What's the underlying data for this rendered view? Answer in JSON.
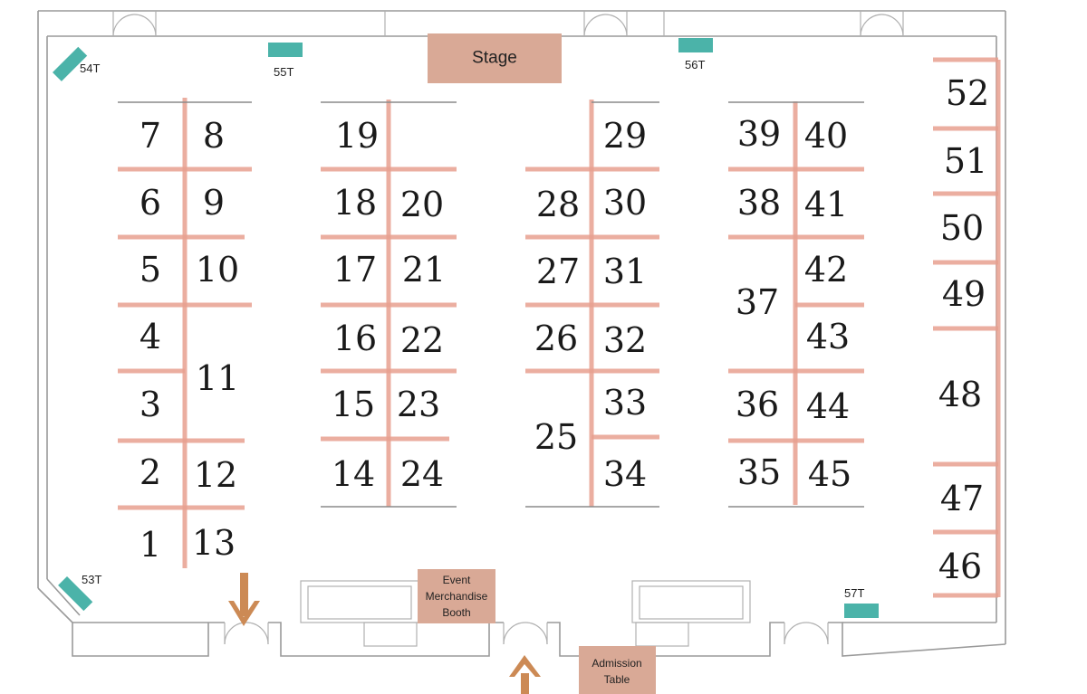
{
  "title": "",
  "stage": {
    "label": "Stage"
  },
  "merch": {
    "label": "Event Merchandise Booth",
    "lines": [
      "Event",
      "Merchandise",
      "Booth"
    ]
  },
  "admission": {
    "label": "Admission Table",
    "lines": [
      "Admission",
      "Table"
    ]
  },
  "tables": [
    {
      "id": "53T",
      "label": "53T",
      "color": "#4bb3a9"
    },
    {
      "id": "54T",
      "label": "54T",
      "color": "#4bb3a9"
    },
    {
      "id": "55T",
      "label": "55T",
      "color": "#4bb3a9"
    },
    {
      "id": "56T",
      "label": "56T",
      "color": "#4bb3a9"
    },
    {
      "id": "57T",
      "label": "57T",
      "color": "#4bb3a9"
    }
  ],
  "booths": [
    "1",
    "2",
    "3",
    "4",
    "5",
    "6",
    "7",
    "8",
    "9",
    "10",
    "11",
    "12",
    "13",
    "14",
    "15",
    "16",
    "17",
    "18",
    "19",
    "20",
    "21",
    "22",
    "23",
    "24",
    "25",
    "26",
    "27",
    "28",
    "29",
    "30",
    "31",
    "32",
    "33",
    "34",
    "35",
    "36",
    "37",
    "38",
    "39",
    "40",
    "41",
    "42",
    "43",
    "44",
    "45",
    "46",
    "47",
    "48",
    "49",
    "50",
    "51",
    "52"
  ],
  "colors": {
    "divider": "#e8a090",
    "label_box": "#d9a996",
    "table": "#4bb3a9",
    "arrow": "#cc8a55"
  },
  "entrances": [
    {
      "name": "entrance-arrow-left"
    },
    {
      "name": "entrance-arrow-center"
    }
  ]
}
